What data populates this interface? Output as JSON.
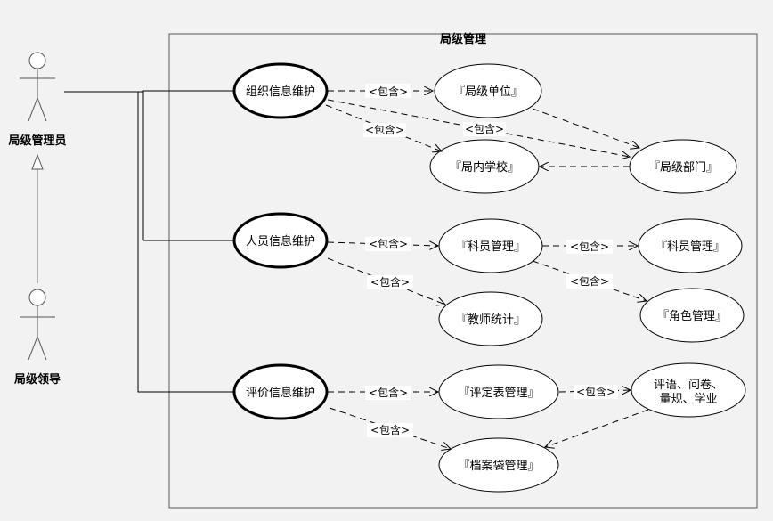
{
  "system": {
    "title": "局级管理"
  },
  "actors": [
    {
      "id": "admin",
      "label": "局级管理员"
    },
    {
      "id": "leader",
      "label": "局级领导"
    }
  ],
  "use_cases": {
    "org": {
      "label": "组织信息维护"
    },
    "unit": {
      "label": "『局级单位』"
    },
    "school": {
      "label": "『局内学校』"
    },
    "dept": {
      "label": "『局级部门』"
    },
    "staff": {
      "label": "人员信息维护"
    },
    "keyuan": {
      "label": "『科员管理』"
    },
    "keyuan2": {
      "label": "『科员管理』"
    },
    "teacher": {
      "label": "『教师统计』"
    },
    "role": {
      "label": "『角色管理』"
    },
    "eval": {
      "label": "评价信息维护"
    },
    "evalform": {
      "label": "『评定表管理』"
    },
    "archive": {
      "label": "『档案袋管理』"
    },
    "comments": {
      "label_line1": "评语、问卷、",
      "label_line2": "量规、学业"
    }
  },
  "relations": {
    "include_label": "<包含>"
  },
  "colors": {
    "background": "#f2f2f2",
    "ellipse_fill": "#ffffff",
    "line": "#000000",
    "generalization": "#666666"
  }
}
